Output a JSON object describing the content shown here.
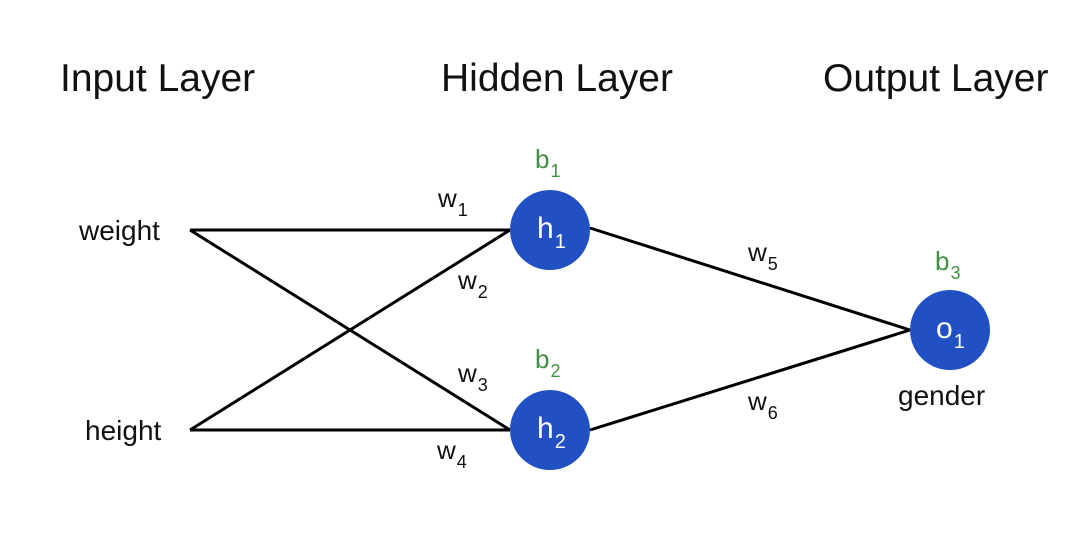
{
  "colors": {
    "node_fill": "#2150c4",
    "bias_text": "#3d9140",
    "edge": "#000000",
    "text": "#111111"
  },
  "layers": {
    "input": "Input Layer",
    "hidden": "Hidden Layer",
    "output": "Output Layer"
  },
  "inputs": {
    "weight": "weight",
    "height": "height"
  },
  "nodes": {
    "h1": {
      "letter": "h",
      "sub": "1"
    },
    "h2": {
      "letter": "h",
      "sub": "2"
    },
    "o1": {
      "letter": "o",
      "sub": "1"
    }
  },
  "output_label": "gender",
  "biases": {
    "b1": {
      "letter": "b",
      "sub": "1"
    },
    "b2": {
      "letter": "b",
      "sub": "2"
    },
    "b3": {
      "letter": "b",
      "sub": "3"
    }
  },
  "weights": {
    "w1": {
      "letter": "w",
      "sub": "1"
    },
    "w2": {
      "letter": "w",
      "sub": "2"
    },
    "w3": {
      "letter": "w",
      "sub": "3"
    },
    "w4": {
      "letter": "w",
      "sub": "4"
    },
    "w5": {
      "letter": "w",
      "sub": "5"
    },
    "w6": {
      "letter": "w",
      "sub": "6"
    }
  }
}
